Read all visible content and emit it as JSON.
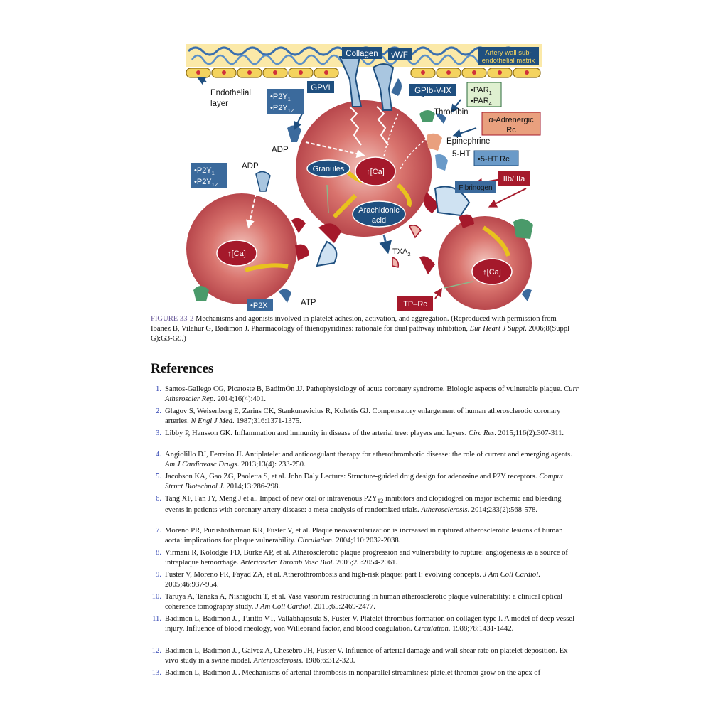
{
  "figure": {
    "labels": {
      "collagen": "Collagen",
      "vwf": "vWF",
      "artery_wall": [
        "Artery wall sub-",
        "endothelial matrix"
      ],
      "endothelial": [
        "Endothelial",
        "layer"
      ],
      "gpvi": "GPVI",
      "gpib": "GPIb-V-IX",
      "par1": "•PAR",
      "par4": "•PAR",
      "thrombin": "Thrombin",
      "alpha_adrenergic": [
        "α-Adrenergic",
        "Rc"
      ],
      "epinephrine": "Epinephrine",
      "five_ht": "5-HT",
      "five_ht_rc": "•5-HT Rc",
      "fibrinogen": "Fibrinogen",
      "iib_iiia": "IIb/IIIa",
      "p2y_top_1": "•P2Y",
      "p2y_top_2": "•P2Y",
      "p2y_left_1": "•P2Y",
      "p2y_left_2": "•P2Y",
      "adp_1": "ADP",
      "adp_2": "ADP",
      "granules": "Granules",
      "ca_main": "↑[Ca]",
      "ca_left": "↑[Ca]",
      "ca_right": "↑[Ca]",
      "arachidonic": [
        "Arachidonic",
        "acid"
      ],
      "txa2": "TXA",
      "p2x": "•P2X",
      "atp": "ATP",
      "tp_rc": "TP–Rc"
    },
    "colors": {
      "platelet": "#c9585a",
      "platelet_light": "#f0b8b0",
      "receptor_blue": "#3b6a9c",
      "dark_blue": "#1f4f7f",
      "dark_red": "#a5192b",
      "green": "#4a9a6a",
      "yellow_arrow": "#e8c21e",
      "matrix_yellow": "#f4d35e",
      "label_box_green": "#dff0d0",
      "label_box_orange": "#e9a07e"
    }
  },
  "caption": {
    "fig_num": "FIGURE 33-2",
    "text": " Mechanisms and agonists involved in platelet adhesion, activation, and aggregation. (Reproduced with permission from Ibanez B, Vilahur G, Badimon J. Pharmacology of thienopyridines: rationale for dual pathway inhibition, ",
    "journal": "Eur Heart J Suppl",
    "tail": ". 2006;8(Suppl G):G3-G9.)"
  },
  "references": {
    "heading": "References",
    "items": [
      {
        "num": "1.",
        "text": "Santos-Gallego CG, Picatoste B, BadimÓn JJ. Pathophysiology of acute coronary syndrome. Biologic aspects of vulnerable plaque. ",
        "journal": "Curr Atheroscler Rep",
        "tail": ". 2014;16(4):401."
      },
      {
        "num": "2.",
        "text": "Glagov S, Weisenberg E, Zarins CK, Stankunavicius R, Kolettis GJ. Compensatory enlargement of human atherosclerotic coronary arteries. ",
        "journal": "N Engl J Med",
        "tail": ". 1987;316:1371-1375."
      },
      {
        "num": "3.",
        "text": "Libby P, Hansson GK. Inflammation and immunity in disease of the arterial tree: players and layers. ",
        "journal": "Circ Res",
        "tail": ". 2015;116(2):307-311."
      },
      {
        "num": "4.",
        "text": "Angiolillo DJ, Ferreiro JL Antiplatelet and anticoagulant therapy for atherothrombotic disease: the role of current and emerging agents. ",
        "journal": "Am J Cardiovasc Drugs",
        "tail": ". 2013;13(4): 233-250."
      },
      {
        "num": "5.",
        "text": "Jacobson KA, Gao ZG, Paoletta S, et al. John Daly Lecture: Structure-guided drug design for adenosine and P2Y receptors. ",
        "journal": "Comput Struct Biotechnol J",
        "tail": ". 2014;13:286-298."
      },
      {
        "num": "6.",
        "text": "Tang XF, Fan JY, Meng J et al. Impact of new oral or intravenous P2Y",
        "sub": "12",
        "text2": " inhibitors and clopidogrel on major ischemic and bleeding events in patients with coronary artery disease: a meta-analysis of randomized trials. ",
        "journal": "Atherosclerosis",
        "tail": ". 2014;233(2):568-578."
      },
      {
        "num": "7.",
        "text": "Moreno PR, Purushothaman KR, Fuster V, et al. Plaque neovascularization is increased in ruptured atherosclerotic lesions of human aorta: implications for plaque vulnerability. ",
        "journal": "Circulation",
        "tail": ". 2004;110:2032-2038."
      },
      {
        "num": "8.",
        "text": "Virmani R, Kolodgie FD, Burke AP, et al. Atherosclerotic plaque progression and vulnerability to rupture: angiogenesis as a source of intraplaque hemorrhage. ",
        "journal": "Arterioscler Thromb Vasc Biol",
        "tail": ". 2005;25:2054-2061."
      },
      {
        "num": "9.",
        "text": "Fuster V, Moreno PR, Fayad ZA, et al. Atherothrombosis and high-risk plaque: part I: evolving concepts. ",
        "journal": "J Am Coll Cardiol",
        "tail": ". 2005;46:937-954."
      },
      {
        "num": "10.",
        "text": "Taruya A, Tanaka A, Nishiguchi T, et al. Vasa vasorum restructuring in human atherosclerotic plaque vulnerability: a clinical optical coherence tomography study. ",
        "journal": "J Am Coll Cardiol",
        "tail": ". 2015;65:2469-2477."
      },
      {
        "num": "11.",
        "text": "Badimon L, Badimon JJ, Turitto VT, Vallabhajosula S, Fuster V. Platelet thrombus formation on collagen type I. A model of deep vessel injury. Influence of blood rheology, von Willebrand factor, and blood coagulation. ",
        "journal": "Circulation",
        "tail": ". 1988;78:1431-1442."
      },
      {
        "num": "12.",
        "text": "Badimon L, Badimon JJ, Galvez A, Chesebro JH, Fuster V. Influence of arterial damage and wall shear rate on platelet deposition. Ex vivo study in a swine model. ",
        "journal": "Arteriosclerosis",
        "tail": ". 1986;6:312-320."
      },
      {
        "num": "13.",
        "text": "Badimon L, Badimon JJ. Mechanisms of arterial thrombosis in nonparallel streamlines: platelet thrombi grow on the apex of",
        "journal": "",
        "tail": ""
      }
    ]
  }
}
